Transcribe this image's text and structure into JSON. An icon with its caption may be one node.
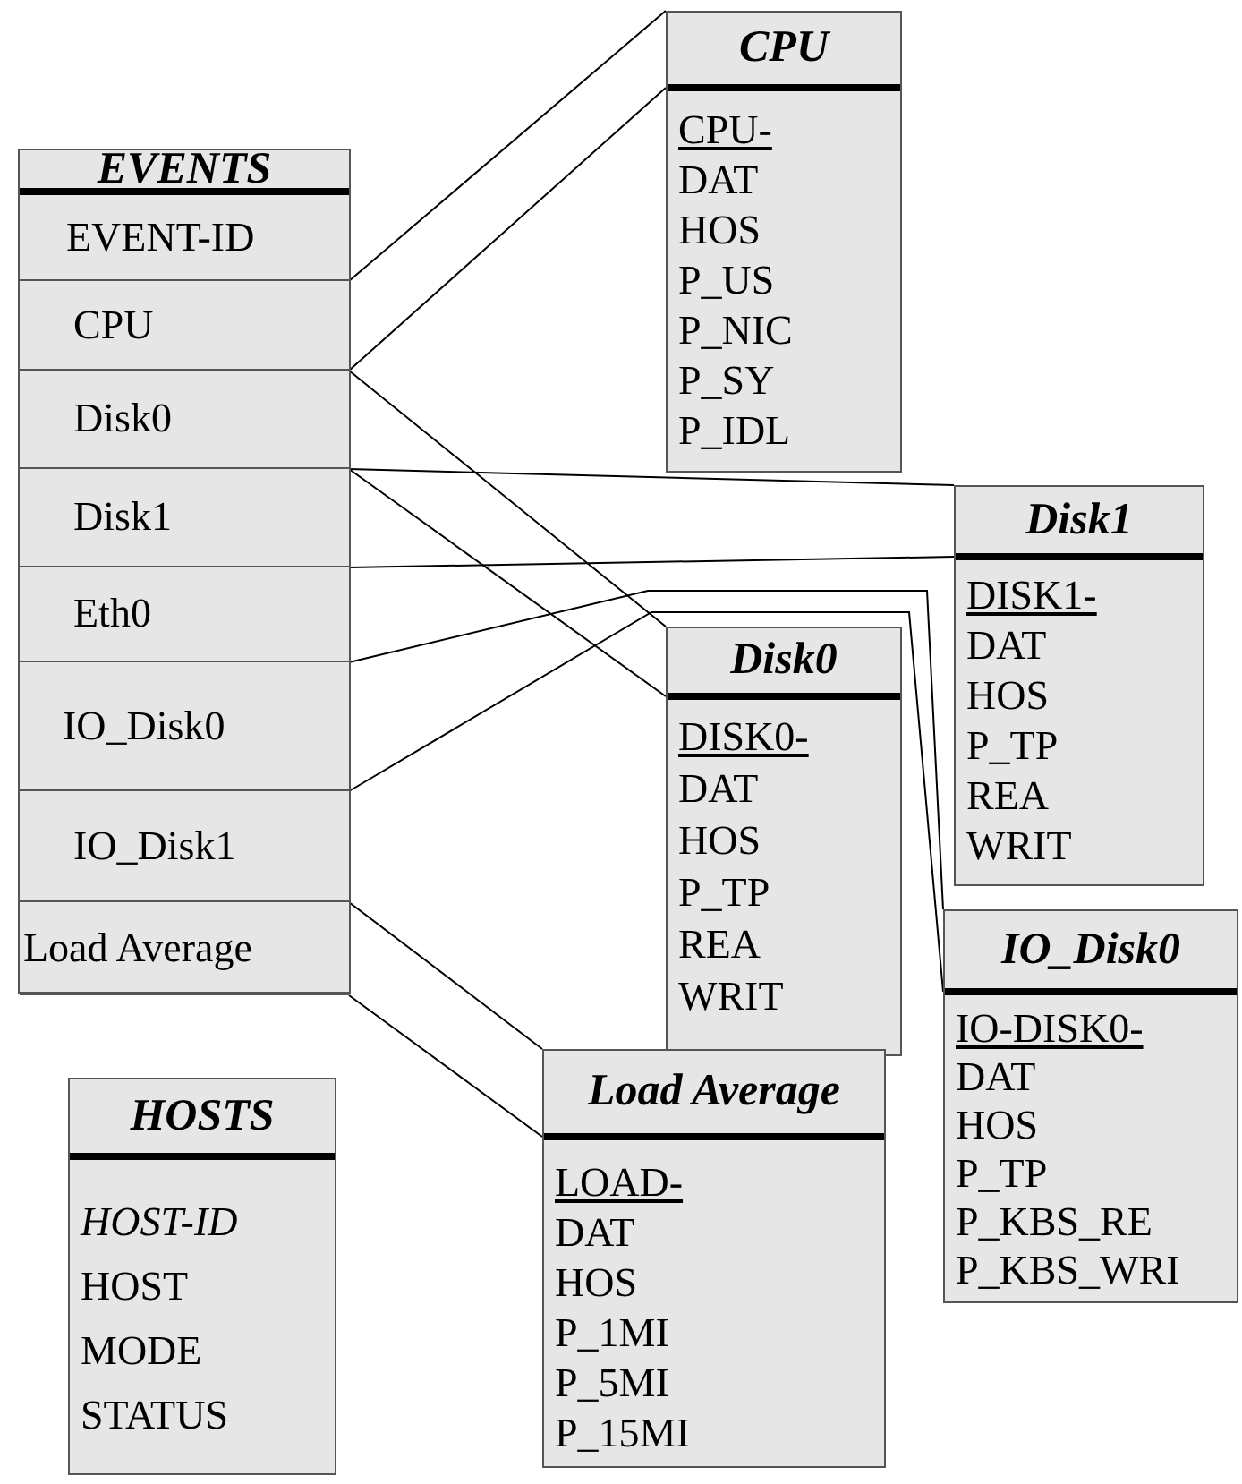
{
  "diagram": {
    "nodes": [
      {
        "text": [
          "EVENTS"
        ]
      },
      {
        "text": [
          "EVENT-ID"
        ],
        "in": 0
      },
      {
        "text": [
          "CPU"
        ],
        "in": 0
      },
      {
        "text": [
          "Disk0"
        ],
        "in": 0
      },
      {
        "text": [
          "Disk1"
        ],
        "in": 0
      },
      {
        "text": [
          "Eth0"
        ],
        "in": 0
      },
      {
        "text": [
          "IO_Disk0"
        ],
        "in": 0
      },
      {
        "text": [
          "IO_Disk1"
        ],
        "in": 0
      },
      {
        "text": [
          "Load Average"
        ],
        "in": 0
      },
      {
        "text": [
          "CPU",
          "CPU-",
          "DAT",
          "HOS",
          "P_US",
          "P_NIC",
          "P_SY",
          "P_IDL"
        ]
      },
      {
        "text": [
          "Disk1",
          "DISK1-",
          "DAT",
          "HOS",
          "P_TP",
          "REA",
          "WRIT"
        ]
      },
      {
        "text": [
          "Disk0",
          "DISK0-",
          "DAT",
          "HOS",
          "P_TP",
          "REA",
          "WRIT"
        ]
      },
      {
        "text": [
          "IO_Disk0",
          "IO-DISK0-",
          "DAT",
          "HOS",
          "P_TP",
          "P_KBS_RE",
          "P_KBS_WRI"
        ]
      },
      {
        "text": [
          "Load Average",
          "LOAD-",
          "DAT",
          "HOS",
          "P_1MI",
          "P_5MI",
          "P_15MI"
        ]
      },
      {
        "text": [
          "HOSTS",
          "*HOST-ID*",
          "HOST",
          "MODE",
          "STATUS"
        ]
      }
    ],
    "edges": [
      {
        "from": 2,
        "to": 9,
        "arrow": "none"
      },
      {
        "from": 2,
        "to": 9,
        "arrow": "none"
      },
      {
        "from": 3,
        "to": 11,
        "arrow": "none"
      },
      {
        "from": 3,
        "to": 11,
        "arrow": "none"
      },
      {
        "from": 4,
        "to": 10,
        "arrow": "none"
      },
      {
        "from": 4,
        "to": 10,
        "arrow": "none"
      },
      {
        "from": 6,
        "to": 12,
        "arrow": "none"
      },
      {
        "from": 6,
        "to": 12,
        "arrow": "none"
      },
      {
        "from": 8,
        "to": 13,
        "arrow": "none"
      },
      {
        "from": 8,
        "to": 13,
        "arrow": "none"
      }
    ]
  }
}
